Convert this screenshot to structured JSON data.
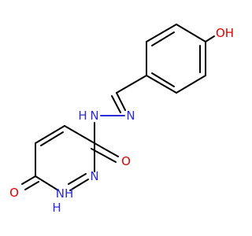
{
  "molecule": {
    "atoms": {
      "hydroxyl_o": "OH",
      "imine_n": "N",
      "hydrazide_n": "N",
      "hydrazide_h": "H",
      "carbonyl_o": "O",
      "ring_n2": "N",
      "ring_nh": "NH",
      "ring_nh_h": "H",
      "keto_o": "O"
    },
    "colors": {
      "bond": "#000000",
      "nitrogen": "#2b2bd9",
      "oxygen": "#e00000"
    }
  }
}
